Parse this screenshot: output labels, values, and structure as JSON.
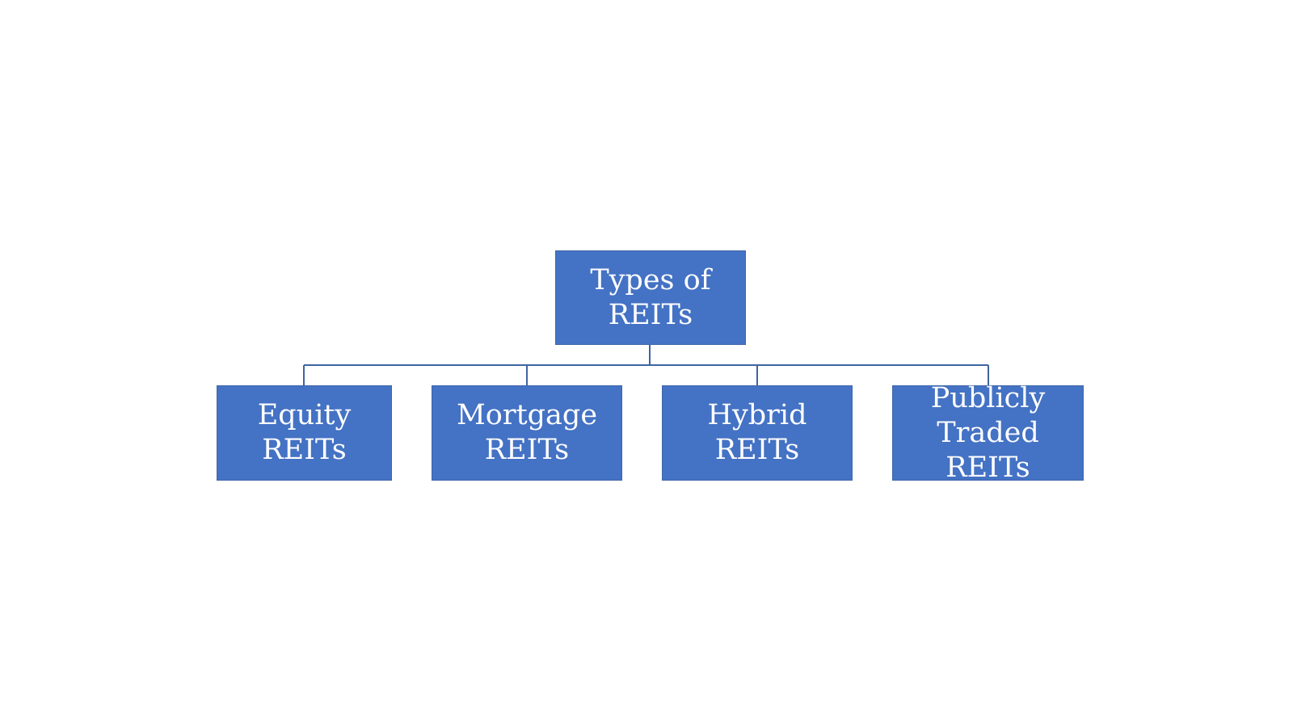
{
  "diagram": {
    "node_color": "#4472c4",
    "line_color": "#3f659f",
    "root": {
      "label": "Types of\nREITs"
    },
    "children": [
      {
        "label": "Equity\nREITs"
      },
      {
        "label": "Mortgage\nREITs"
      },
      {
        "label": "Hybrid REITs"
      },
      {
        "label": "Publicly\nTraded REITs"
      }
    ]
  }
}
